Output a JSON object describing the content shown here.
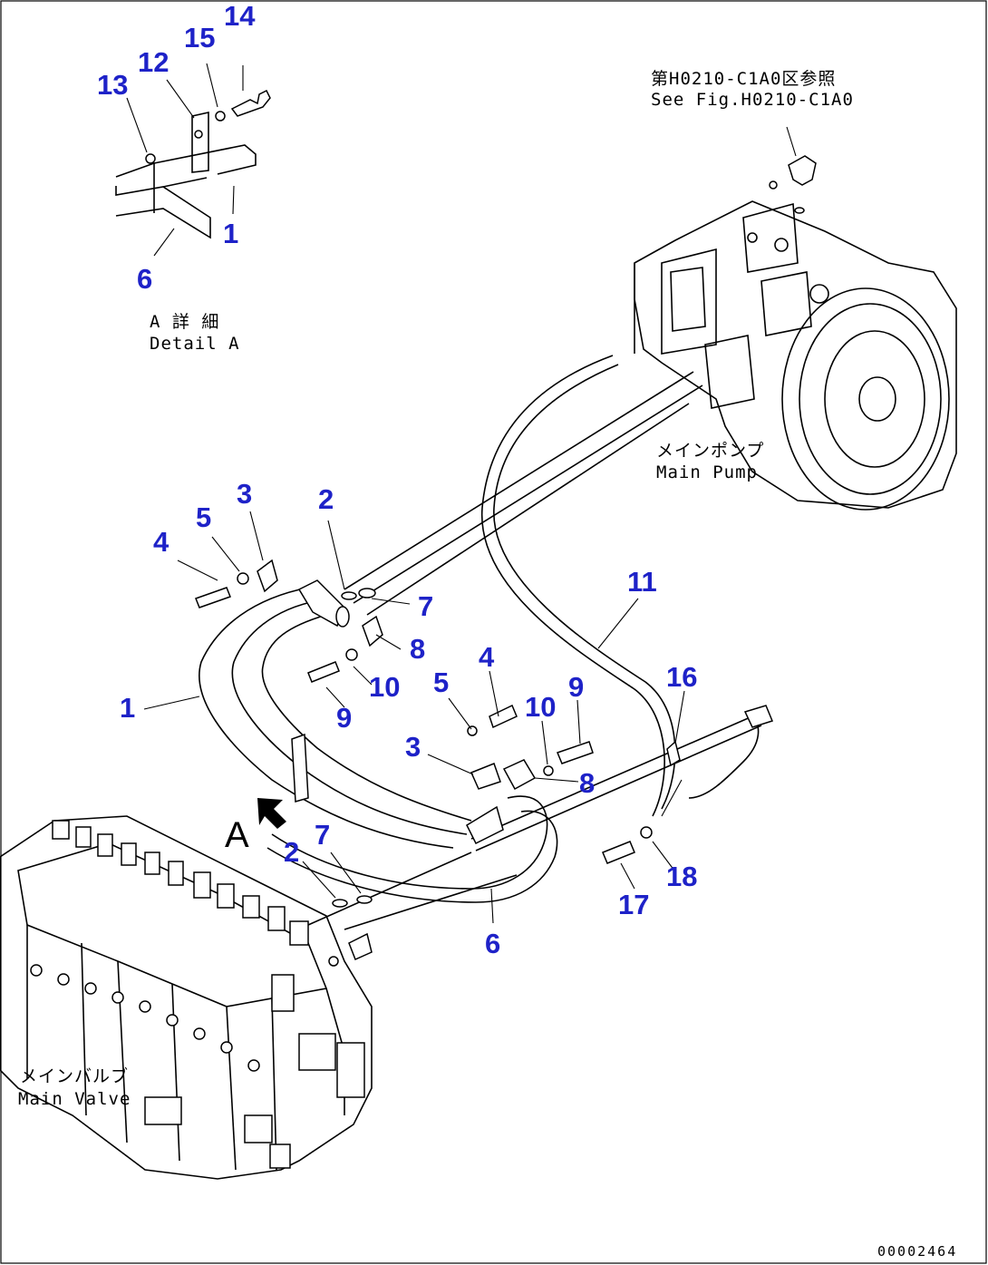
{
  "diagram": {
    "callouts": [
      {
        "id": "c14",
        "text": "14"
      },
      {
        "id": "c15",
        "text": "15"
      },
      {
        "id": "c12",
        "text": "12"
      },
      {
        "id": "c13",
        "text": "13"
      },
      {
        "id": "c1a",
        "text": "1"
      },
      {
        "id": "c6a",
        "text": "6"
      },
      {
        "id": "c3a",
        "text": "3"
      },
      {
        "id": "c2a",
        "text": "2"
      },
      {
        "id": "c5a",
        "text": "5"
      },
      {
        "id": "c4a",
        "text": "4"
      },
      {
        "id": "c7a",
        "text": "7"
      },
      {
        "id": "c11",
        "text": "11"
      },
      {
        "id": "c8a",
        "text": "8"
      },
      {
        "id": "c4b",
        "text": "4"
      },
      {
        "id": "c1b",
        "text": "1"
      },
      {
        "id": "c10a",
        "text": "10"
      },
      {
        "id": "c5b",
        "text": "5"
      },
      {
        "id": "c9a",
        "text": "9"
      },
      {
        "id": "c16",
        "text": "16"
      },
      {
        "id": "c10b",
        "text": "10"
      },
      {
        "id": "c9b",
        "text": "9"
      },
      {
        "id": "c3b",
        "text": "3"
      },
      {
        "id": "c8b",
        "text": "8"
      },
      {
        "id": "c2b",
        "text": "2"
      },
      {
        "id": "c7b",
        "text": "7"
      },
      {
        "id": "c18",
        "text": "18"
      },
      {
        "id": "c17",
        "text": "17"
      },
      {
        "id": "c6b",
        "text": "6"
      }
    ],
    "notes": {
      "ref_jp": "第H0210-C1A0区参照",
      "ref_en": "See Fig.H0210-C1A0",
      "detail_jp": "A 詳 細",
      "detail_en": "Detail A",
      "pump_jp": "メインポンプ",
      "pump_en": "Main Pump",
      "valve_jp": "メインバルブ",
      "valve_en": "Main Valve",
      "view_letter": "A"
    },
    "drawing_code": "00002464"
  }
}
